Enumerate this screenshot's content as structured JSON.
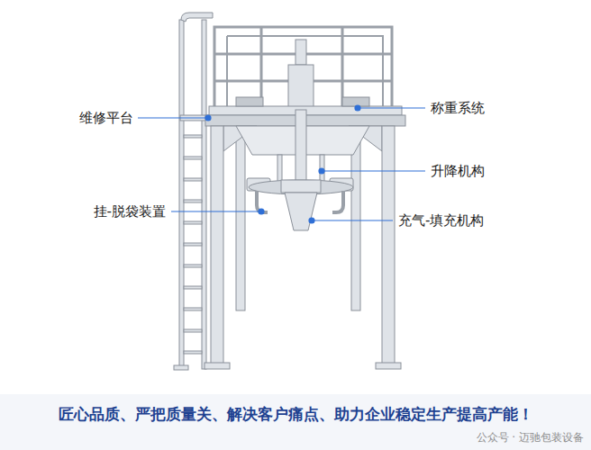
{
  "diagram": {
    "caption": "匠心品质、严把质量关、解决客户痛点、助力企业稳定生产提高产能！",
    "labels": [
      "维修平台",
      "称重系统",
      "升降机构",
      "挂-脱袋装置",
      "充气-填充机构",
      "公众号 · 迈驰包装设备"
    ]
  }
}
